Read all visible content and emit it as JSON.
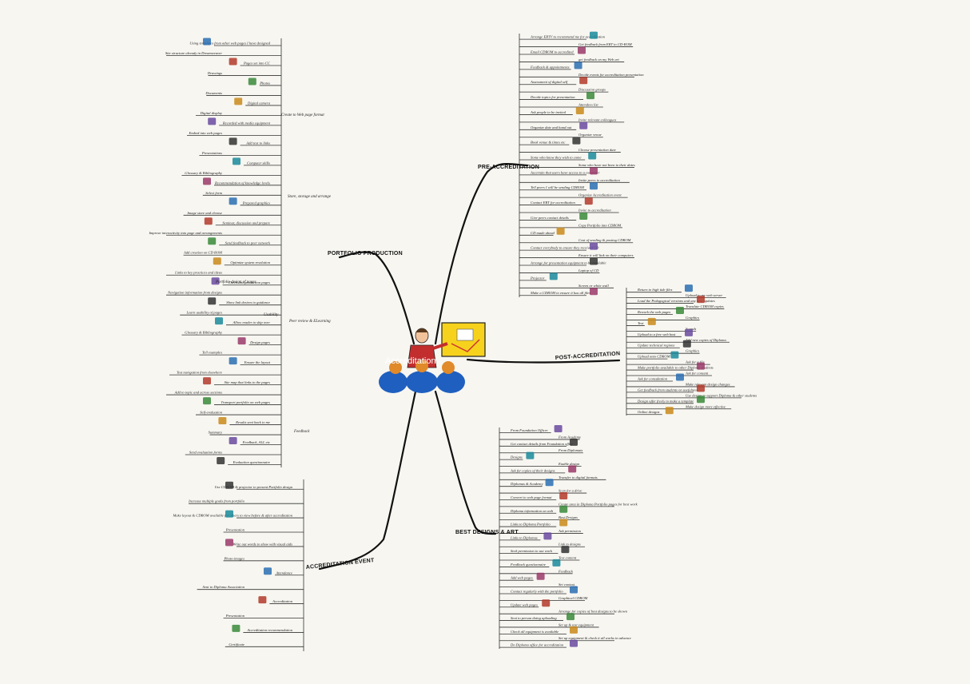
{
  "center": {
    "label": "Accreditation",
    "palette": {
      "board": "#f6d21d",
      "person": "#1f5fbf",
      "heads": "#e08a2a"
    }
  },
  "branches": {
    "portfolio": "PORTFOLIO PRODUCTION",
    "pre": "PRE-ACCREDITATION",
    "post": "POST-ACCREDITATION",
    "best": "BEST DESIGNS & ART",
    "event": "ACCREDITATION EVENT"
  },
  "subtopics": {
    "web": "Create to Web page format",
    "graphics": "Store, storage and arrange",
    "reviewed": "Peer review & ELearning",
    "design": "Portfolio design of pages",
    "usability": "Usability",
    "feedback": "Feedback"
  },
  "nodes": [
    "Using templates from other web pages I have designed",
    "Site structure already in Dreamweaver",
    "Pages set into CC",
    "Drawings",
    "Photos",
    "Documents",
    "Digital camera",
    "Digital display",
    "Recorded with media equipment",
    "Embed into web pages",
    "Add text to links",
    "Presentations",
    "Computer skills",
    "Glossary & Bibliography",
    "Recommendation of knowledge levels",
    "Select form",
    "Prepared graphics",
    "Image store and choose",
    "Seminar, discussion and prepare",
    "Improve interactivity into page and arrangements",
    "Send feedback to peer network",
    "Add creation on CD ROM",
    "Optimize system resolution",
    "Links to key practices and ideas",
    "Check last production pages",
    "Navigation information from designs",
    "Show link desires to guidance",
    "Learn usability of pages",
    "Allow reader to skip over",
    "Glossary & Bibliography",
    "Design pages",
    "Tell examples",
    "Ensure the layout",
    "Test navigation from elsewhere",
    "Site map that links to the pages",
    "Add to topic and across sections",
    "Transport portfolio on web pages",
    "Self-evaluation",
    "Results sent back to me",
    "Summary",
    "Feedback, ALL etc",
    "Send evaluation forms",
    "Evaluation questionnaire",
    "Arrange ERTV to recommend me for accreditation",
    "Get feedback from ERT to CD-ROM",
    "Email CDROM to accredited",
    "get feedback on my Web art",
    "Feedback & appointments",
    "Decide events for accreditation presentation",
    "Assessment of digital self",
    "Discussion groups",
    "Decide topics for presentation",
    "Attendees list",
    "Ask people to be invited",
    "Invite relevant colleagues",
    "Organize date and hand out",
    "Organize venue",
    "Book venue & times etc",
    "Choose presentation date",
    "Some who know they wish to come",
    "Some who have not been to their dates",
    "Ascertain that users have access to a computer",
    "Invite peers to accreditation",
    "Tell peers I will be sending CDROM",
    "Organize Accreditation event",
    "Contact ERT for accreditation",
    "Invite to accreditation",
    "Give peers contact details",
    "Copy Portfolio into CDROM",
    "CD made ahead",
    "Cost of sending & posting CDROM",
    "Contact everybody to ensure they received CD",
    "Ensure it will link on their computers",
    "Arrange for presentation equipment to be available",
    "Laptop of CD",
    "Projector",
    "Screen or white wall",
    "Make a CDROM to ensure it has all files",
    "Return to high tide files",
    "Upload to my web server",
    "Load the Pedagogical versions and any new updates",
    "Translate CDROM copies",
    "Rework the web pages",
    "Graphics",
    "Text",
    "Sounds",
    "Upload to a free web host",
    "Add new copies of Diploma",
    "Update technical regions",
    "Graphics",
    "Upload onto CDROM",
    "Ask for a file",
    "Make portfolio available to other Diploma students",
    "Ask for consent",
    "Ask for consultation",
    "Make relevant design changes",
    "Get feedback from students on usefulness",
    "Use design to support Diploma & other students",
    "Design offer freely to make a template",
    "Make design more effective",
    "Online designs",
    "From Foundation Officer",
    "From Academy",
    "Get contact details from Foundation office",
    "From Diplomats",
    "Designs",
    "Enable design",
    "Ask for copies of their designs",
    "Transfer to digital formats",
    "Diplomas & Academy",
    "Scan for a drive",
    "Convert to web page format",
    "Create area in Diploma Portfolio pages for best work",
    "Diploma information on web",
    "Best Designs",
    "Links to Diploma Portfolio",
    "Ask permission",
    "Links to Diplomas",
    "Link to designs",
    "Seek permission to use work",
    "Text content",
    "Feedback questionnaire",
    "Feedback",
    "Add web pages",
    "Set context",
    "Contact regularly with the portfolio",
    "Graphical CDROM",
    "Update web pages",
    "Arrange for copies of best designs to be shown",
    "Sent to person doing uploading",
    "Set up & test equipment",
    "Check all equipment is available",
    "Set up equipment & check it all works in advance",
    "Do Diploma office for accreditation",
    "Use CDROM & projector to present Portfolio design",
    "Increase multiple goals from portfolio",
    "Make layout & CDROM available for others to view before & after accreditation",
    "Presentation",
    "Write out words to show with visual aids",
    "Photo-images",
    "Attendance",
    "Sent to Diploma Association",
    "Accreditation",
    "Presentation",
    "Accreditation recommendation",
    "Certificate"
  ]
}
